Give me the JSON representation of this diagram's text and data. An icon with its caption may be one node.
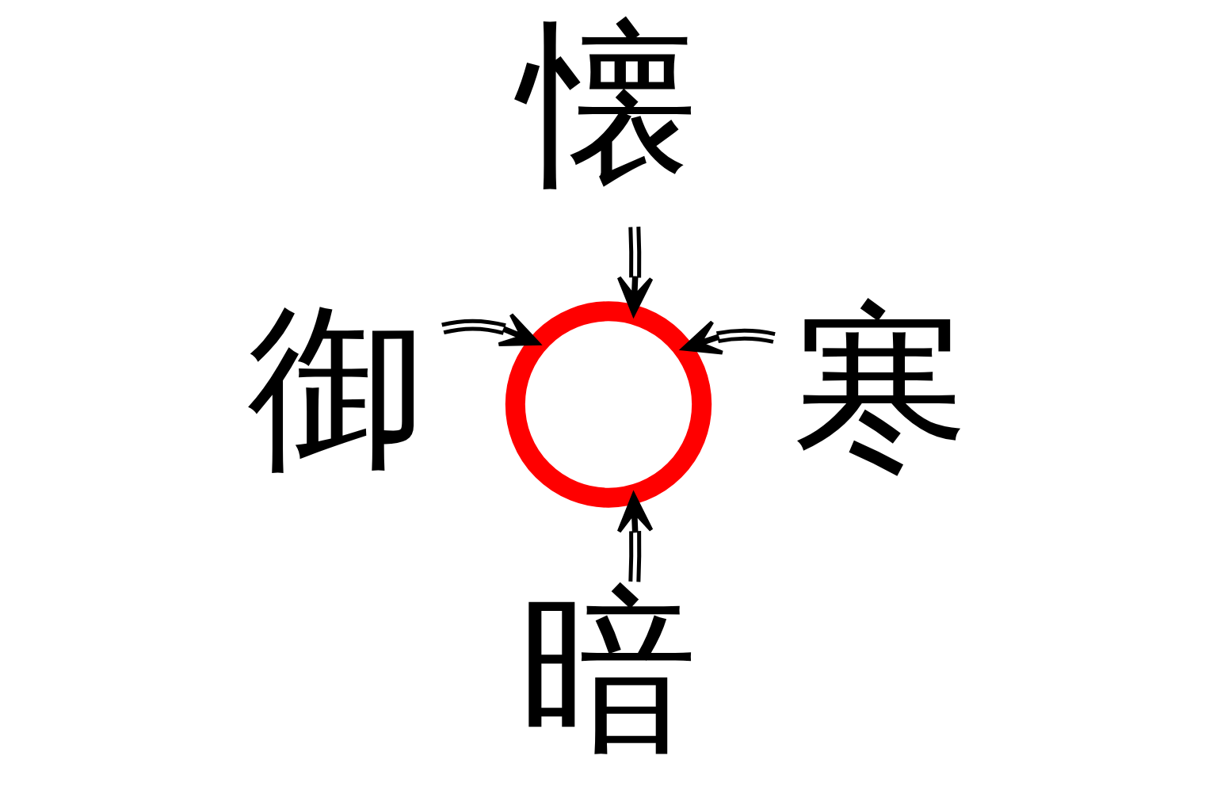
{
  "diagram": {
    "nodes": [
      {
        "text": [
          "懐"
        ]
      },
      {
        "text": [
          "御"
        ]
      },
      {
        "text": [],
        "shape": "circle"
      },
      {
        "text": [
          "寒"
        ]
      },
      {
        "text": [
          "暗"
        ]
      }
    ],
    "edges": [
      {
        "from": 0,
        "to": 2,
        "arrow": "to"
      },
      {
        "from": 1,
        "to": 2,
        "arrow": "to"
      },
      {
        "from": 3,
        "to": 2,
        "arrow": "to"
      },
      {
        "from": 4,
        "to": 2,
        "arrow": "to"
      }
    ]
  }
}
